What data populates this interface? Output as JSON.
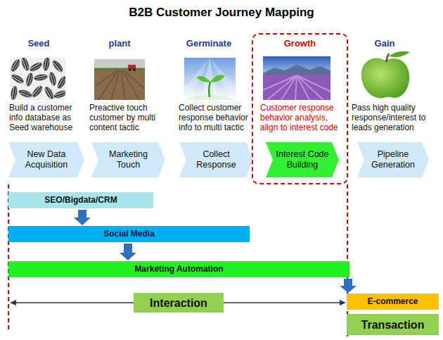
{
  "diagram": {
    "title": "B2B Customer Journey Mapping",
    "nodes": [
      {
        "text": [
          "New Data Acquisition"
        ]
      },
      {
        "text": [
          "Marketing Touch"
        ]
      },
      {
        "text": [
          "Collect Response"
        ]
      },
      {
        "text": [
          "Growth",
          "Customer response behavior analysis, align to interest code"
        ]
      },
      {
        "text": [
          "Interest Code Building"
        ],
        "in": 3
      },
      {
        "text": [
          "Pipeline Generation"
        ]
      },
      {
        "text": [
          "SEO/Bigdata/CRM"
        ]
      },
      {
        "text": [
          "Social Media"
        ]
      },
      {
        "text": [
          "Marketing Automation"
        ]
      },
      {
        "text": [
          "Interaction"
        ]
      },
      {
        "text": [
          "E-commerce"
        ]
      },
      {
        "text": [
          "Transaction"
        ]
      }
    ],
    "edges": [
      {
        "from": 6,
        "to": 7,
        "arrow": "to"
      },
      {
        "from": 7,
        "to": 8,
        "arrow": "to"
      },
      {
        "from": 8,
        "to": 10,
        "arrow": "to"
      }
    ],
    "labels": [
      "Seed",
      "plant",
      "Germinate",
      "Gain",
      "Build a customer info database as Seed warehouse",
      "Preactive touch customer by multi content tactic",
      "Collect customer response behavior info to multi tactic",
      "Pass high quality response/interest to leads generation"
    ]
  }
}
